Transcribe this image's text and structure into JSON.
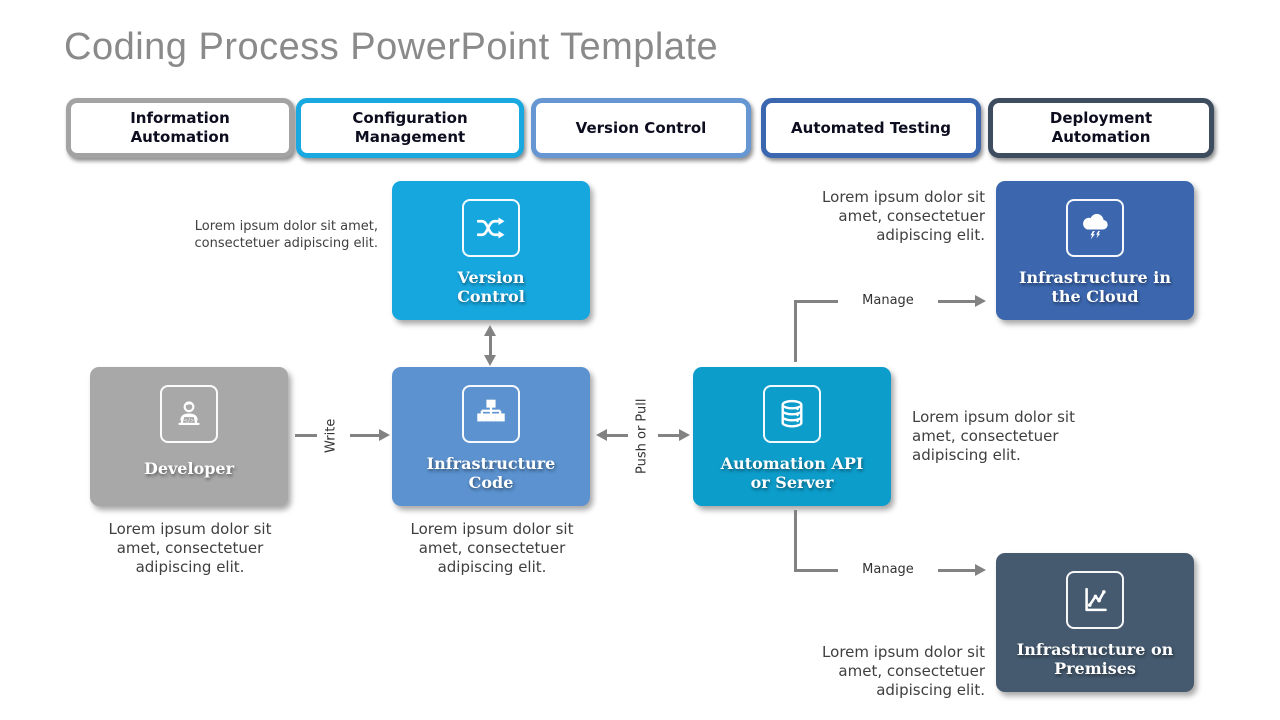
{
  "title": "Coding Process PowerPoint Template",
  "tabs": [
    {
      "label": "Information\nAutomation",
      "border_color": "#a3a3a3"
    },
    {
      "label": "Configuration\nManagement",
      "border_color": "#19a8e0"
    },
    {
      "label": "Version Control",
      "border_color": "#6697d2"
    },
    {
      "label": "Automated Testing",
      "border_color": "#3b67b1"
    },
    {
      "label": "Deployment\nAutomation",
      "border_color": "#3e4c60"
    }
  ],
  "nodes": {
    "version_control": {
      "label": "Version\nControl",
      "fill": "#17a7df",
      "icon": "shuffle-icon"
    },
    "developer": {
      "label": "Developer",
      "fill": "#a8a8a8",
      "icon": "developer-icon"
    },
    "infrastructure_code": {
      "label": "Infrastructure\nCode",
      "fill": "#5b92cf",
      "icon": "sitemap-icon"
    },
    "automation_api": {
      "label": "Automation API\nor Server",
      "fill": "#0d9dcb",
      "icon": "database-icon"
    },
    "infrastructure_cloud": {
      "label": "Infrastructure in\nthe Cloud",
      "fill": "#3c67af",
      "icon": "cloud-lightning-icon"
    },
    "infrastructure_premises": {
      "label": "Infrastructure on\nPremises",
      "fill": "#455a6f",
      "icon": "line-chart-icon"
    }
  },
  "connectors": {
    "write_label": "Write",
    "push_pull_label": "Push or Pull",
    "manage_top_label": "Manage",
    "manage_bottom_label": "Manage"
  },
  "annotations": {
    "version_control_note": "Lorem ipsum dolor sit amet,\nconsectetuer adipiscing elit.",
    "cloud_note": "Lorem ipsum dolor sit\namet, consectetuer\nadipiscing elit.",
    "developer_note": "Lorem ipsum dolor sit\namet, consectetuer\nadipiscing elit.",
    "infrastructure_code_note": "Lorem ipsum dolor sit\namet, consectetuer\nadipiscing elit.",
    "automation_api_note": "Lorem ipsum dolor sit\namet, consectetuer\nadipiscing elit.",
    "premises_note": "Lorem ipsum dolor sit\namet, consectetuer\nadipiscing elit."
  }
}
